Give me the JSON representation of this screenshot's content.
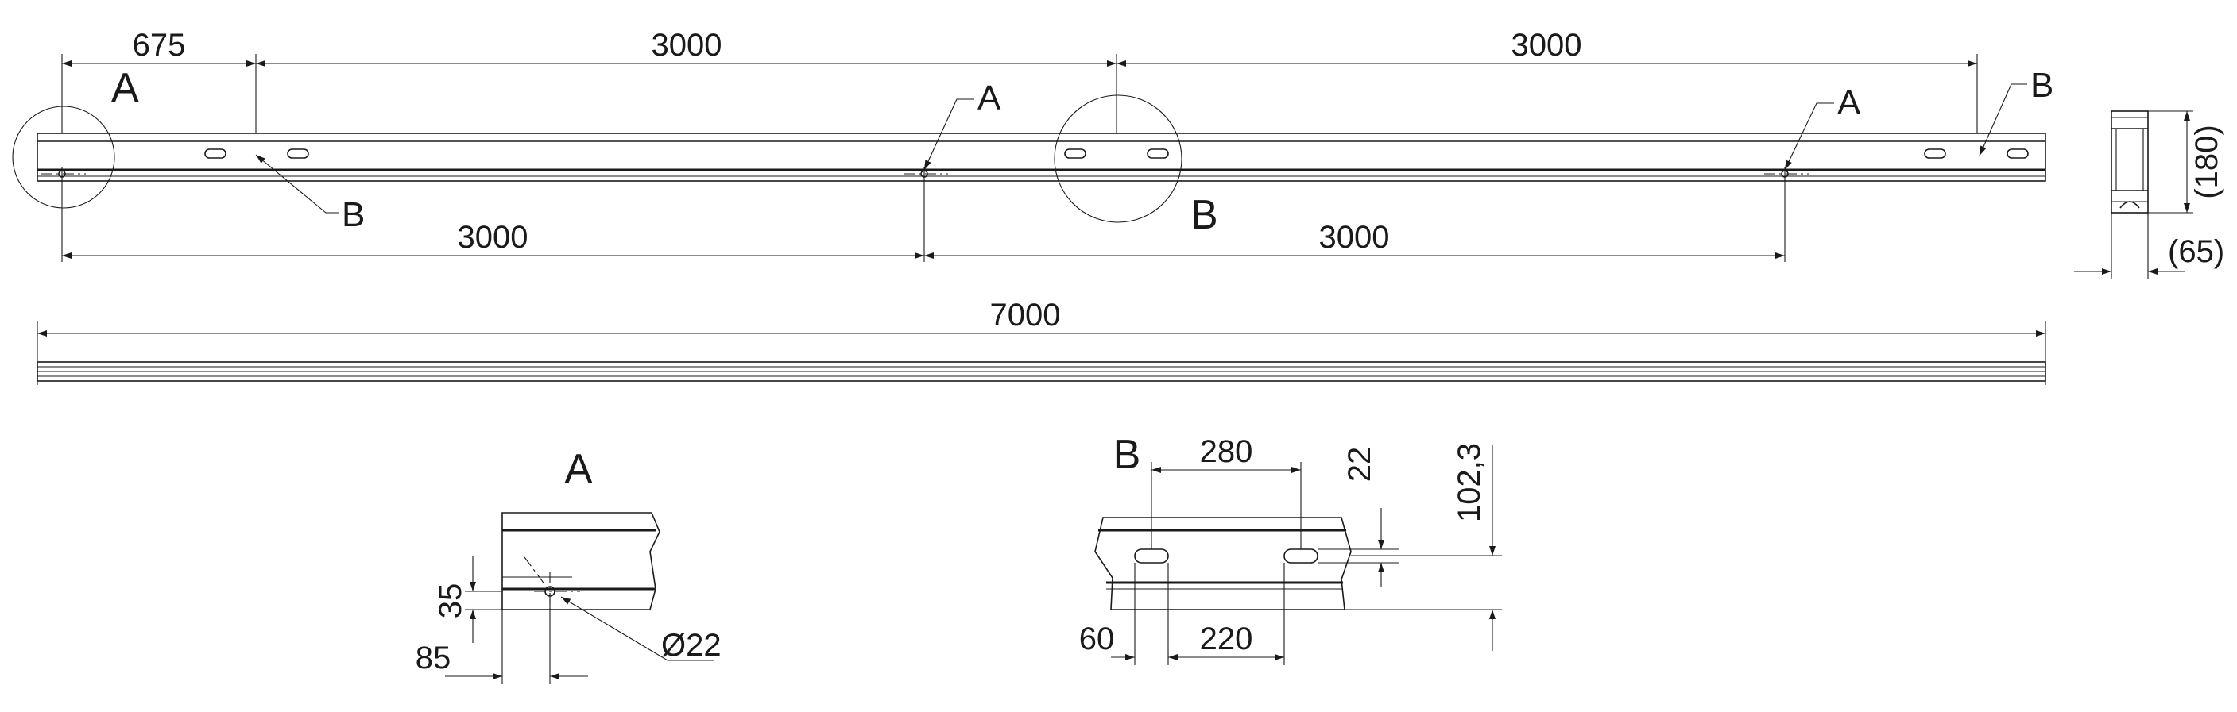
{
  "top_view": {
    "dims_top": [
      "675",
      "3000",
      "3000"
    ],
    "dims_bottom": [
      "3000",
      "3000"
    ],
    "callouts": {
      "A": "A",
      "B": "B"
    },
    "detail_circle_labels": {
      "A": "A",
      "B": "B"
    }
  },
  "section_view": {
    "height_dim": "(180)",
    "width_dim": "(65)"
  },
  "side_view": {
    "length_dim": "7000"
  },
  "detail_a": {
    "title": "A",
    "offset_x": "85",
    "offset_y": "35",
    "hole_diameter": "Ø22"
  },
  "detail_b": {
    "title": "B",
    "slot_spacing": "280",
    "slot_pitch": "220",
    "slot_offset": "60",
    "slot_height": "22",
    "slot_position": "102,3"
  }
}
